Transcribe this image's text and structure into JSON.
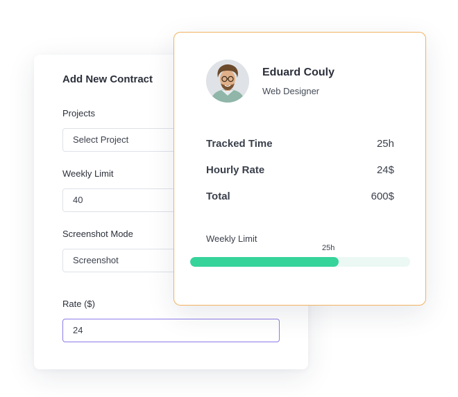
{
  "contract_form": {
    "title": "Add New Contract",
    "projects": {
      "label": "Projects",
      "value": "Select Project"
    },
    "weekly_limit": {
      "label": "Weekly Limit",
      "value": "40"
    },
    "screenshot_mode": {
      "label": "Screenshot Mode",
      "value": "Screenshot"
    },
    "rate": {
      "label": "Rate ($)",
      "value": "24"
    }
  },
  "profile": {
    "name": "Eduard Couly",
    "role": "Web Designer",
    "avatar_icon": "person-avatar",
    "stats": {
      "tracked_time": {
        "label": "Tracked Time",
        "value": "25h"
      },
      "hourly_rate": {
        "label": "Hourly Rate",
        "value": "24$"
      },
      "total": {
        "label": "Total",
        "value": "600$"
      }
    },
    "weekly_limit": {
      "label": "Weekly Limit",
      "marker": "25h",
      "fraction": 0.675
    }
  },
  "colors": {
    "accent_border": "#f1b25e",
    "progress_fill": "#36d39b",
    "progress_track": "#ebf8f3",
    "focus_border": "#8b7be8"
  }
}
